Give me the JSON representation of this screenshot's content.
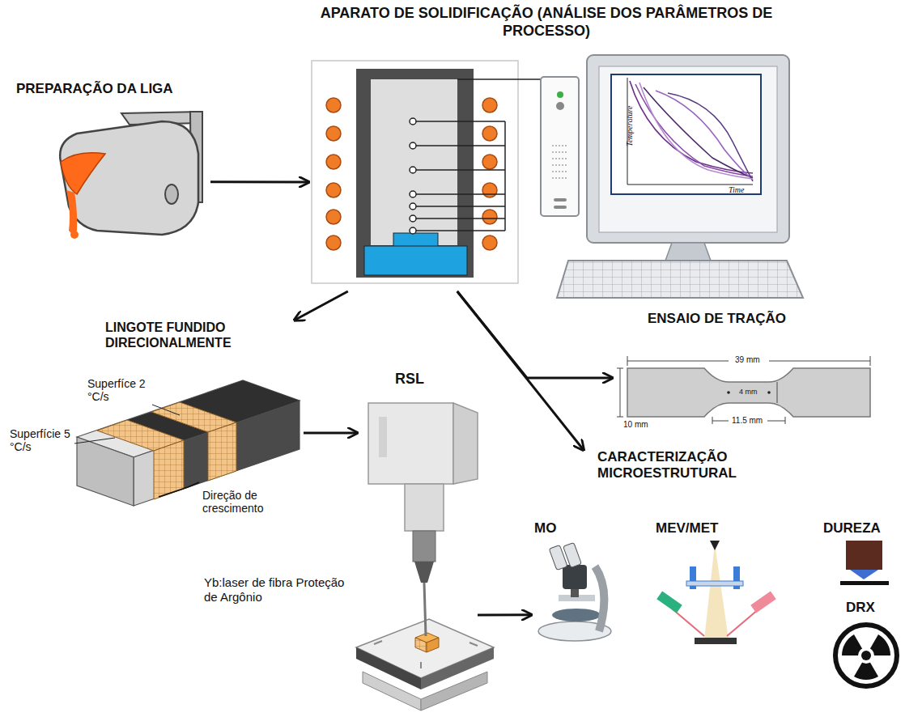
{
  "diagram": {
    "nodes": [
      {
        "text": [
          "PREPARAÇÃO DA LIGA"
        ]
      },
      {
        "text": [
          "APARATO DE SOLIDIFICAÇÃO (ANÁLISE DOS PARÂMETROS DE PROCESSO)"
        ]
      },
      {
        "text": [
          "LINGOTE FUNDIDO DIRECIONALMENTE"
        ]
      },
      {
        "text": [
          "RSL",
          "Yb:laser de fibra Proteção de Argônio"
        ]
      },
      {
        "text": [
          "ENSAIO DE TRAÇÃO"
        ]
      },
      {
        "text": [
          "CARACTERIZAÇÃO MICROESTRUTURAL"
        ]
      },
      {
        "text": [
          "MO"
        ],
        "in": 5
      },
      {
        "text": [
          "MEV/MET"
        ],
        "in": 5
      },
      {
        "text": [
          "DUREZA"
        ],
        "in": 5
      },
      {
        "text": [
          "DRX"
        ],
        "in": 5
      }
    ],
    "edges": [
      {
        "from": 0,
        "to": 1,
        "arrow": "to"
      },
      {
        "from": 1,
        "to": 2,
        "arrow": "to"
      },
      {
        "from": 1,
        "to": 4,
        "arrow": "to"
      },
      {
        "from": 1,
        "to": 5,
        "arrow": "to"
      },
      {
        "from": 2,
        "to": 3,
        "arrow": "to"
      },
      {
        "from": 3,
        "to": 5,
        "arrow": "to"
      }
    ],
    "labels": [
      "Temperature",
      "Time",
      "Superfíce 2 °C/s",
      "Superfície 5 °C/s",
      "Direção de crescimento",
      "39 mm",
      "10 mm",
      "4 mm",
      "11.5 mm"
    ]
  }
}
